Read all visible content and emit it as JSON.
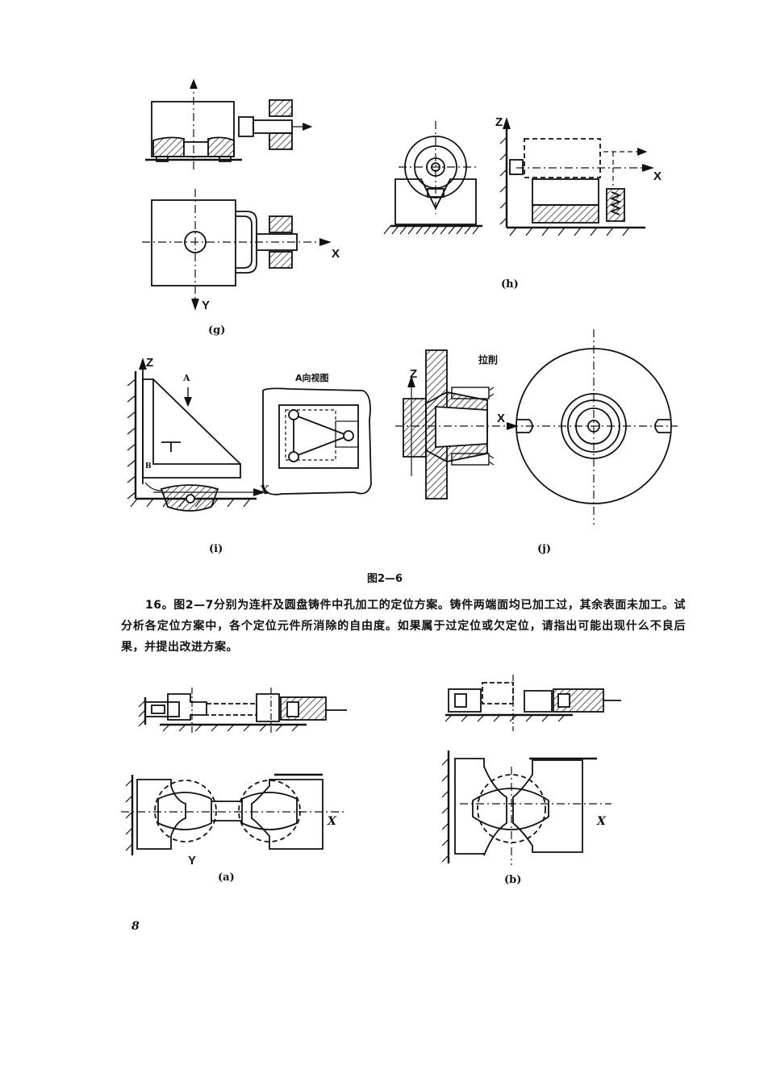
{
  "figure_top": {
    "panel_g": {
      "caption": "(g)",
      "axis_x": "X",
      "axis_y": "Y"
    },
    "panel_h": {
      "caption": "(h)",
      "axis_x": "X",
      "axis_z": "Z"
    },
    "panel_i": {
      "caption": "(i)",
      "axis_x": "X",
      "axis_z": "Z",
      "label_a": "A",
      "label_b": "B",
      "view_title": "A向视图"
    },
    "panel_j": {
      "caption": "(j)",
      "axis_x": "X",
      "axis_z": "Z",
      "note": "拉削"
    },
    "figure_label": "图2—6"
  },
  "question": {
    "text": "16。图2—7分别为连杆及圆盘铸件中孔加工的定位方案。铸件两端面均已加工过，其余表面未加工。试分析各定位方案中，各个定位元件所消除的自由度。如果属于过定位或欠定位，请指出可能出现什么不良后果，并提出改进方案。"
  },
  "figure_bottom": {
    "panel_a": {
      "caption": "(a)",
      "axis_x": "X",
      "axis_y": "Y"
    },
    "panel_b": {
      "caption": "(b)",
      "axis_x": "X"
    }
  },
  "page_number": "8",
  "colors": {
    "ink": "#111111",
    "paper": "#ffffff"
  }
}
